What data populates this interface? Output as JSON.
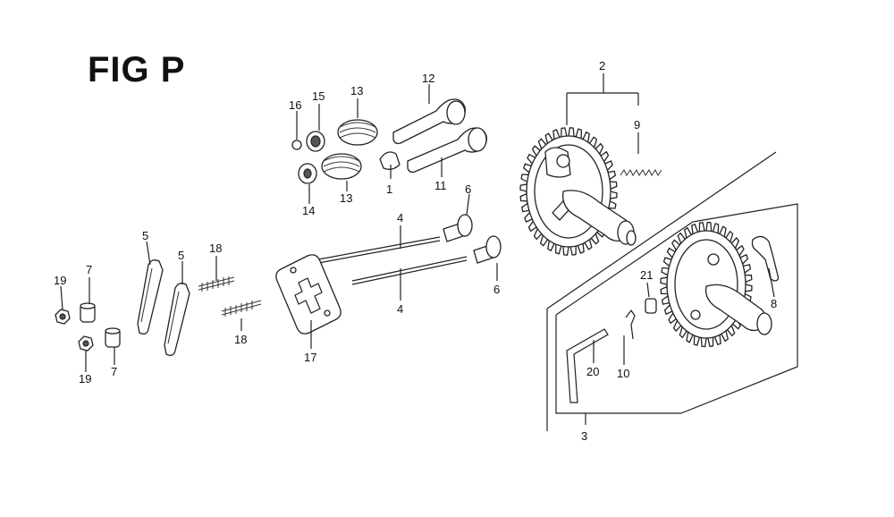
{
  "figure": {
    "title": "FIG P"
  },
  "callouts": [
    {
      "id": "c1",
      "text": "1"
    },
    {
      "id": "c2",
      "text": "2"
    },
    {
      "id": "c3",
      "text": "3"
    },
    {
      "id": "c4a",
      "text": "4"
    },
    {
      "id": "c4b",
      "text": "4"
    },
    {
      "id": "c5a",
      "text": "5"
    },
    {
      "id": "c5b",
      "text": "5"
    },
    {
      "id": "c6a",
      "text": "6"
    },
    {
      "id": "c6b",
      "text": "6"
    },
    {
      "id": "c7a",
      "text": "7"
    },
    {
      "id": "c7b",
      "text": "7"
    },
    {
      "id": "c8",
      "text": "8"
    },
    {
      "id": "c9",
      "text": "9"
    },
    {
      "id": "c10",
      "text": "10"
    },
    {
      "id": "c11",
      "text": "11"
    },
    {
      "id": "c12",
      "text": "12"
    },
    {
      "id": "c13a",
      "text": "13"
    },
    {
      "id": "c13b",
      "text": "13"
    },
    {
      "id": "c14",
      "text": "14"
    },
    {
      "id": "c15",
      "text": "15"
    },
    {
      "id": "c16",
      "text": "16"
    },
    {
      "id": "c17",
      "text": "17"
    },
    {
      "id": "c18a",
      "text": "18"
    },
    {
      "id": "c18b",
      "text": "18"
    },
    {
      "id": "c19a",
      "text": "19"
    },
    {
      "id": "c19b",
      "text": "19"
    },
    {
      "id": "c20",
      "text": "20"
    },
    {
      "id": "c21",
      "text": "21"
    }
  ]
}
